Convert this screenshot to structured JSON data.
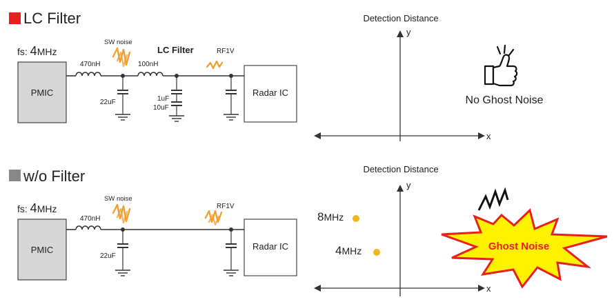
{
  "top": {
    "title": "LC Filter",
    "title_marker_color": "#e8201c",
    "fs_prefix": "fs: ",
    "fs_value": "4",
    "fs_unit": "MHz",
    "pmic": "PMIC",
    "inductor1": "470nH",
    "sw_noise": "SW noise",
    "lc_filter": "LC Filter",
    "inductor2": "100nH",
    "rf1v": "RF1V",
    "radar_ic": "Radar IC",
    "cap1": "22uF",
    "cap2a": "1uF",
    "cap2b": "10uF",
    "chart_title": "Detection Distance",
    "axis_y": "y",
    "axis_x": "x",
    "result": "No Ghost Noise"
  },
  "bottom": {
    "title": "w/o Filter",
    "title_marker_color": "#888888",
    "fs_prefix": "fs: ",
    "fs_value": "4",
    "fs_unit": "MHz",
    "pmic": "PMIC",
    "inductor1": "470nH",
    "sw_noise": "SW noise",
    "rf1v": "RF1V",
    "radar_ic": "Radar IC",
    "cap1": "22uF",
    "chart_title": "Detection Distance",
    "axis_y": "y",
    "axis_x": "x",
    "point1_value": "8",
    "point1_unit": "MHz",
    "point2_value": "4",
    "point2_unit": "MHz",
    "point_color": "#f2b51c",
    "burst_label": "Ghost Noise",
    "burst_fill": "#fff200",
    "burst_text_color": "#e8201c"
  }
}
